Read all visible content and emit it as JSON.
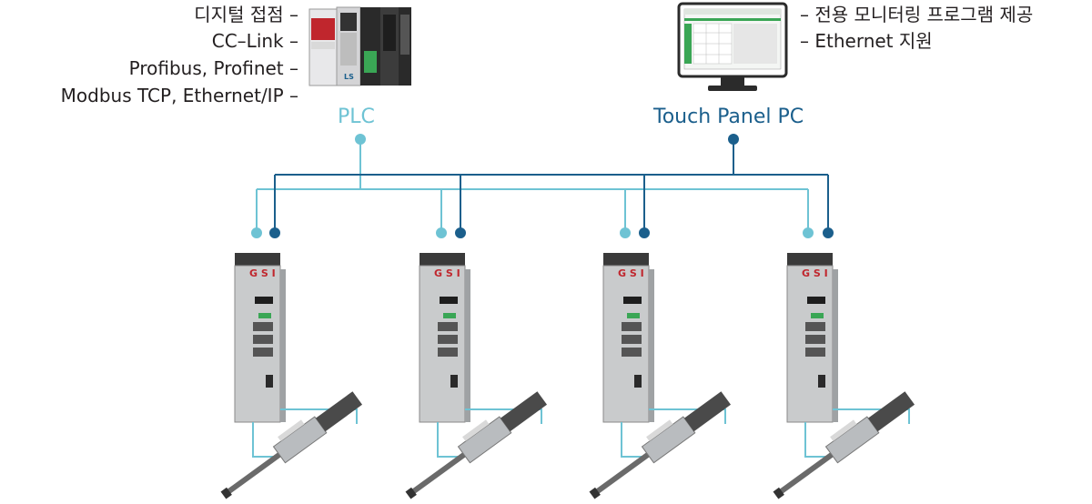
{
  "plc": {
    "label": "PLC",
    "features": [
      "디지털 접점 –",
      "CC–Link –",
      "Profibus, Profinet –",
      "Modbus TCP, Ethernet/IP –"
    ],
    "logo_text": "LS"
  },
  "touch_panel": {
    "label": "Touch Panel PC",
    "features": [
      "– 전용 모니터링 프로그램 제공",
      "– Ethernet 지원"
    ]
  },
  "drivers": [
    {
      "brand": "G S I"
    },
    {
      "brand": "G S I"
    },
    {
      "brand": "G S I"
    },
    {
      "brand": "G S I"
    }
  ],
  "colors": {
    "plc_line": "#6ec3d4",
    "pc_line": "#1b5f8c",
    "brand_red": "#c0262d"
  }
}
